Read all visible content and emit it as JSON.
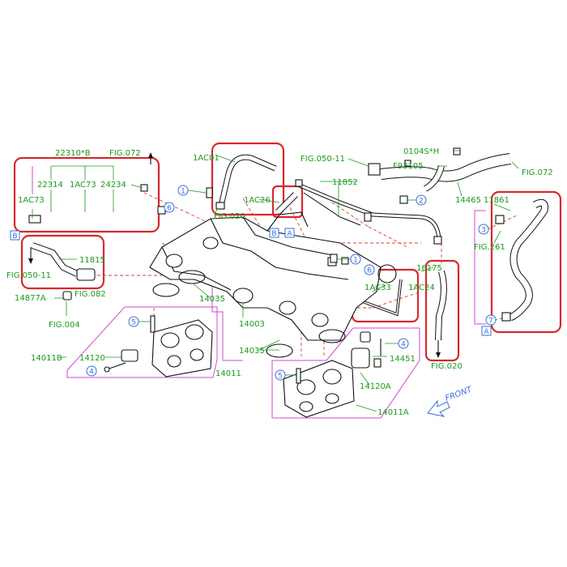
{
  "labels": {
    "p22310b": "22310*B",
    "fig072a": "FIG.072",
    "p22314": "22314",
    "p1ac73a": "1AC73",
    "p24234": "24234",
    "p1ac73b": "1AC73",
    "p1ac01": "1AC01",
    "fig020a": "FIG.020",
    "p1ac26": "1AC26",
    "fig050a": "FIG.050-11",
    "p11852": "11852",
    "p0104sh": "0104S*H",
    "p93105": "F93105",
    "fig072b": "FIG.072",
    "p14465": "14465",
    "p11861": "11861",
    "fig261": "FIG.261",
    "p11815": "11815",
    "fig050b": "FIG.050-11",
    "fig082": "FIG.082",
    "p14877a": "14877A",
    "fig004": "FIG.004",
    "p14035a": "14035",
    "p14003": "14003",
    "p14035b": "14035",
    "p1ac33": "1AC33",
    "p16175": "16175",
    "p1ac24": "1AC24",
    "fig020b": "FIG.020",
    "p14011b": "14011B",
    "p14120": "14120",
    "p14011": "14011",
    "p14451": "14451",
    "p14120a": "14120A",
    "p14011a": "14011A",
    "front": "FRONT"
  },
  "callouts": {
    "c1a": "1",
    "c1b": "1",
    "c2": "2",
    "c3": "3",
    "c4a": "4",
    "c4b": "4",
    "c5a": "5",
    "c5b": "5",
    "c6a": "6",
    "c6b": "6",
    "c7": "7"
  },
  "refs": {
    "rA1": "A",
    "rA2": "A",
    "rB1": "B",
    "rB2": "B"
  },
  "colors": {
    "label": "#1a9a1a",
    "highlight": "#d7282f",
    "group_bracket": "#d04ad0",
    "callout": "#3b6fd6",
    "leader_dash": "#e03a3a",
    "front_arrow": "#3b6fd6"
  }
}
